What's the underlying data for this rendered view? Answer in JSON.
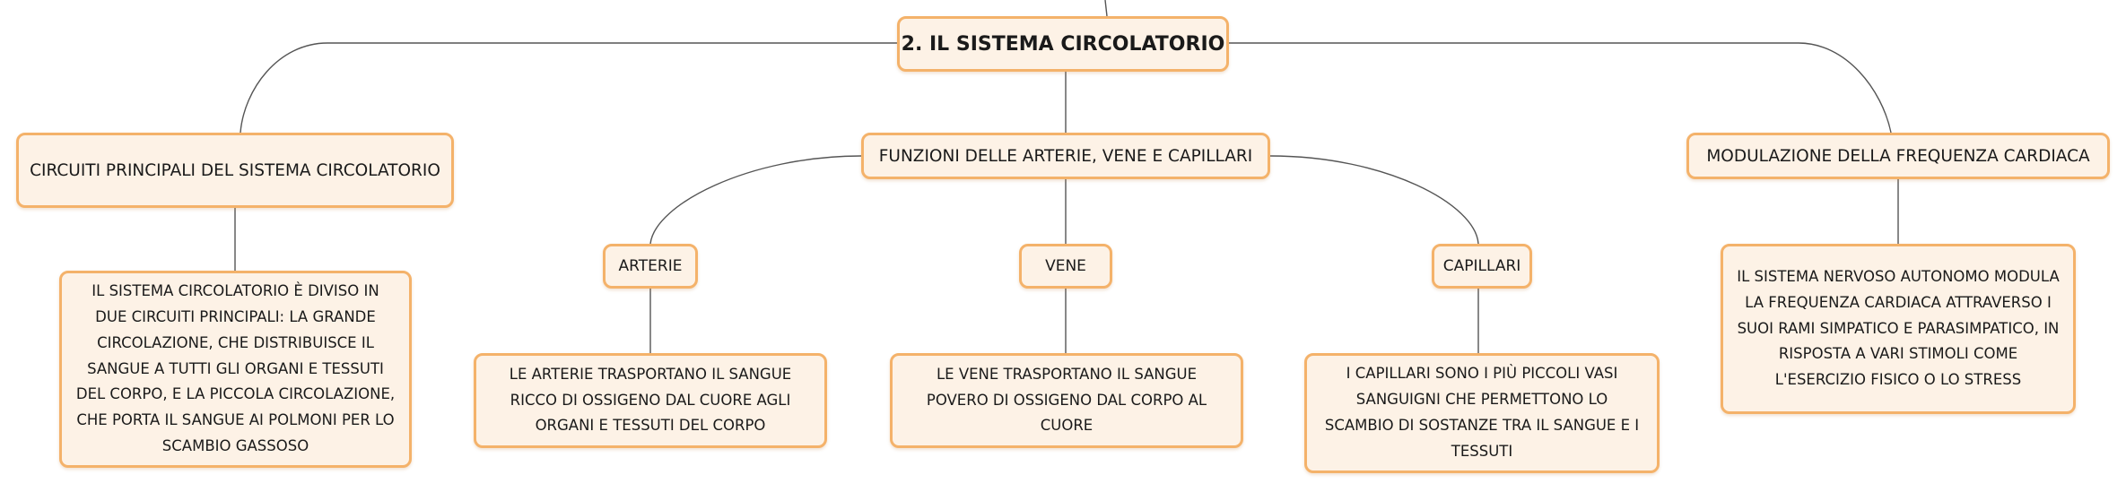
{
  "diagram": {
    "root": {
      "label": "2. IL SISTEMA CIRCOLATORIO"
    },
    "branches": [
      {
        "label": "CIRCUITI PRINCIPALI DEL SISTEMA CIRCOLATORIO",
        "detail": "IL SISTEMA CIRCOLATORIO È DIVISO IN DUE CIRCUITI PRINCIPALI: LA GRANDE CIRCOLAZIONE, CHE DISTRIBUISCE IL SANGUE A TUTTI GLI ORGANI E TESSUTI DEL CORPO, E LA PICCOLA CIRCOLAZIONE, CHE PORTA IL SANGUE AI POLMONI PER LO SCAMBIO GASSOSO"
      },
      {
        "label": "FUNZIONI DELLE ARTERIE, VENE E CAPILLARI",
        "children": [
          {
            "label": "ARTERIE",
            "detail": "LE ARTERIE TRASPORTANO IL SANGUE RICCO DI OSSIGENO DAL CUORE AGLI ORGANI E TESSUTI DEL CORPO"
          },
          {
            "label": "VENE",
            "detail": "LE VENE TRASPORTANO IL SANGUE POVERO DI OSSIGENO DAL CORPO AL CUORE"
          },
          {
            "label": "CAPILLARI",
            "detail": "I CAPILLARI SONO I PIÙ PICCOLI VASI SANGUIGNI CHE PERMETTONO LO SCAMBIO DI SOSTANZE TRA IL SANGUE E I TESSUTI"
          }
        ]
      },
      {
        "label": "MODULAZIONE DELLA FREQUENZA CARDIACA",
        "detail": "IL SISTEMA NERVOSO AUTONOMO MODULA LA FREQUENZA CARDIACA ATTRAVERSO I SUOI RAMI SIMPATICO E PARASIMPATICO, IN RISPOSTA A VARI STIMOLI COME L'ESERCIZIO FISICO O LO STRESS"
      }
    ],
    "colors": {
      "node_fill": "#fdf2e6",
      "node_border": "#f4b26a",
      "line": "#555555"
    }
  }
}
